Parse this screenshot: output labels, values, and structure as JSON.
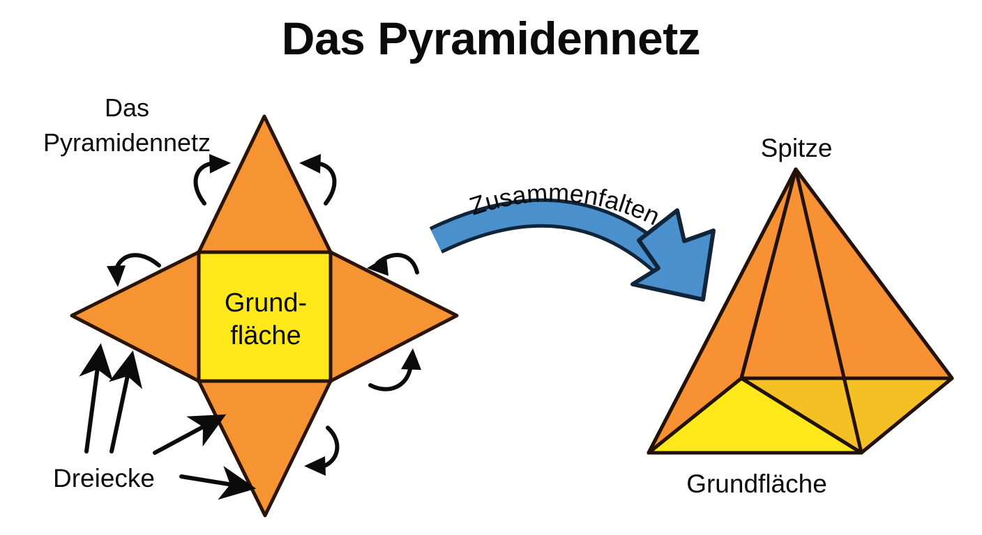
{
  "title": "Das Pyramidennetz",
  "net": {
    "caption_line1": "Das",
    "caption_line2": "Pyramidennetz",
    "base_label_line1": "Grund-",
    "base_label_line2": "fläche",
    "faces_label": "Dreiecke",
    "colors": {
      "triangle_fill": "#F69332",
      "square_fill": "#FFE81A",
      "outline": "#2A1508"
    },
    "fold_arrow_count": 6
  },
  "transition": {
    "label": "Zusammenfalten",
    "arrow_color": "#4A90CC",
    "arrow_outline": "#10243A"
  },
  "solid": {
    "apex_label": "Spitze",
    "base_label": "Grundfläche",
    "colors": {
      "face_left": "#F5902F",
      "face_right": "#F79134",
      "base_front": "#FFE81A",
      "base_right": "#F5C024",
      "outline": "#231208"
    }
  }
}
